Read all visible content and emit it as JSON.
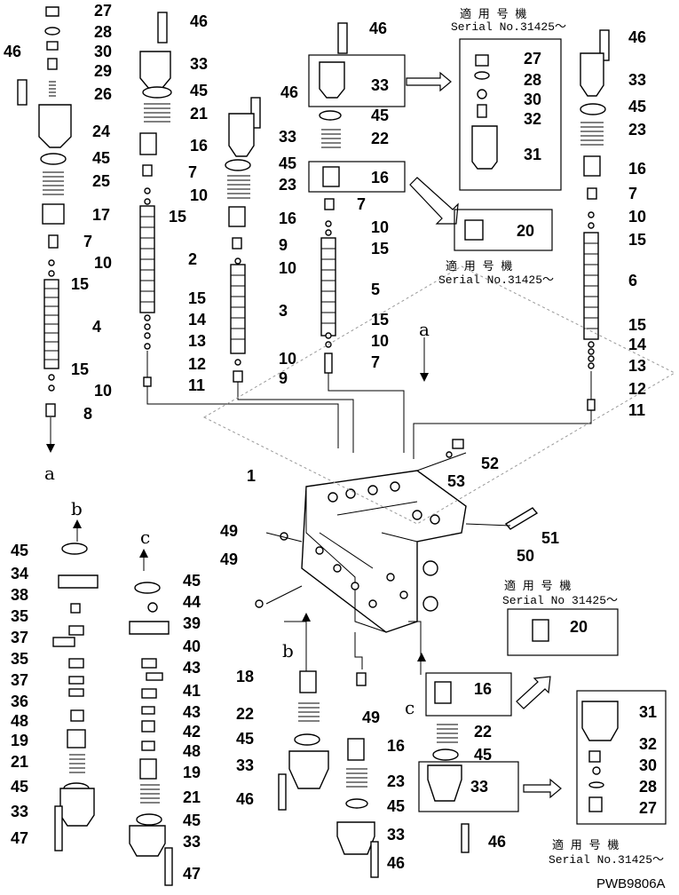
{
  "serial_notes": {
    "n1_jp": "適 用 号 機",
    "n1_serial": "Serial No.31425～",
    "n2_jp": "適 用 号 機",
    "n2_serial": "Serial No.31425～",
    "n3_jp": "適 用 号 機",
    "n3_serial": "Serial No 31425～",
    "n4_jp": "適 用 号 機",
    "n4_serial": "Serial No.31425～"
  },
  "flow_labels": {
    "a1": "a",
    "a2": "a",
    "b1": "b",
    "b2": "b",
    "c1": "c",
    "c2": "c"
  },
  "footer_code": "PWB9806A",
  "callouts": {
    "c1": "27",
    "c2": "28",
    "c3": "30",
    "c4": "29",
    "c5": "26",
    "c6": "46",
    "c7": "24",
    "c8": "45",
    "c9": "25",
    "c10": "17",
    "c11": "7",
    "c12": "10",
    "c13": "15",
    "c14": "4",
    "c15": "15",
    "c16": "10",
    "c17": "8",
    "c18": "46",
    "c19": "33",
    "c20": "45",
    "c21": "21",
    "c22": "16",
    "c23": "7",
    "c24": "10",
    "c25": "15",
    "c26": "2",
    "c27": "15",
    "c28": "14",
    "c29": "13",
    "c30": "12",
    "c31": "11",
    "c32": "46",
    "c33": "33",
    "c34": "45",
    "c35": "23",
    "c36": "16",
    "c37": "9",
    "c38": "10",
    "c39": "3",
    "c40": "10",
    "c41": "9",
    "c42": "46",
    "c43": "33",
    "c44": "45",
    "c45": "22",
    "c46": "16",
    "c47": "7",
    "c48": "10",
    "c49": "15",
    "c50": "5",
    "c51": "15",
    "c52": "10",
    "c53": "7",
    "c54": "27",
    "c55": "28",
    "c56": "30",
    "c57": "32",
    "c58": "31",
    "c59": "20",
    "c60": "46",
    "c61": "33",
    "c62": "45",
    "c63": "23",
    "c64": "16",
    "c65": "7",
    "c66": "10",
    "c67": "15",
    "c68": "6",
    "c69": "15",
    "c70": "14",
    "c71": "13",
    "c72": "12",
    "c73": "11",
    "c74": "1",
    "c75": "52",
    "c76": "53",
    "c77": "49",
    "c78": "49",
    "c79": "51",
    "c80": "50",
    "c81": "45",
    "c82": "34",
    "c83": "38",
    "c84": "35",
    "c85": "37",
    "c86": "35",
    "c87": "37",
    "c88": "36",
    "c89": "48",
    "c90": "19",
    "c91": "21",
    "c92": "45",
    "c93": "33",
    "c94": "47",
    "c95": "45",
    "c96": "44",
    "c97": "39",
    "c98": "40",
    "c99": "43",
    "c100": "41",
    "c101": "43",
    "c102": "42",
    "c103": "48",
    "c104": "19",
    "c105": "21",
    "c106": "45",
    "c107": "33",
    "c108": "47",
    "c109": "18",
    "c110": "22",
    "c111": "45",
    "c112": "33",
    "c113": "46",
    "c114": "49",
    "c115": "16",
    "c116": "23",
    "c117": "45",
    "c118": "33",
    "c119": "46",
    "c120": "16",
    "c121": "22",
    "c122": "45",
    "c123": "33",
    "c124": "46",
    "c125": "20",
    "c126": "31",
    "c127": "32",
    "c128": "30",
    "c129": "28",
    "c130": "27"
  }
}
